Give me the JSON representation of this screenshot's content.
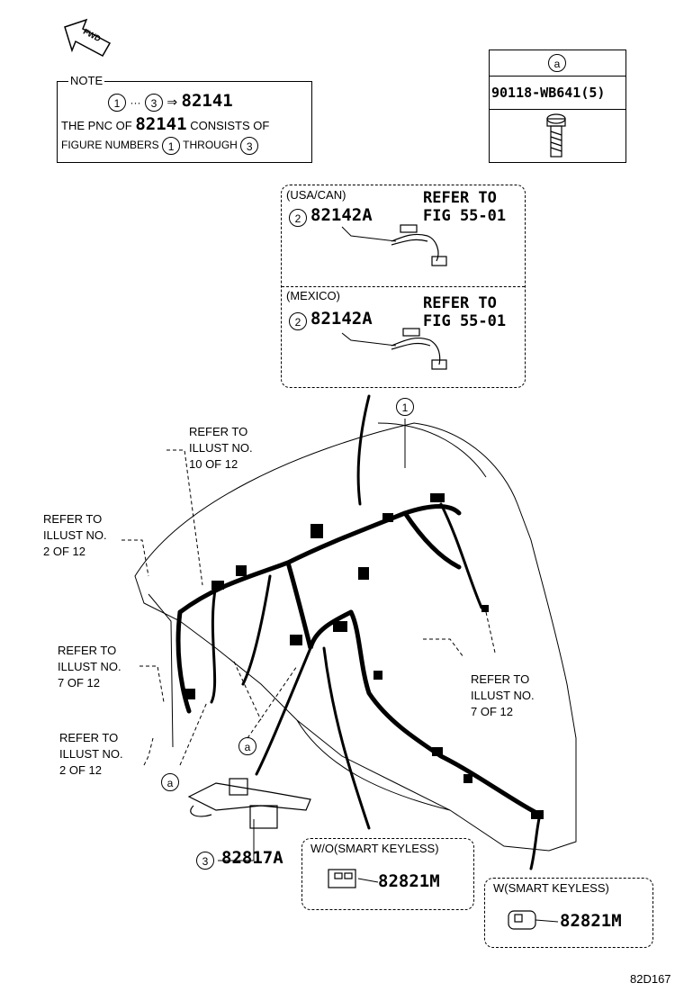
{
  "fwd_label": "FWD",
  "note": {
    "title": "NOTE",
    "range_start": "1",
    "range_end": "3",
    "range_arrow": "⇒",
    "range_pnc": "82141",
    "line2_prefix": "THE PNC OF",
    "line2_pnc": "82141",
    "line2_suffix": "CONSISTS OF",
    "line3_prefix": "FIGURE NUMBERS",
    "line3_from": "1",
    "line3_mid": "THROUGH",
    "line3_to": "3"
  },
  "bolt": {
    "tag": "a",
    "part": "90118-WB641(5)"
  },
  "variants": [
    {
      "region": "(USA/CAN)",
      "num": "2",
      "pnc": "82142A",
      "ref1": "REFER TO",
      "ref2": "FIG 55-01"
    },
    {
      "region": "(MEXICO)",
      "num": "2",
      "pnc": "82142A",
      "ref1": "REFER TO",
      "ref2": "FIG 55-01"
    }
  ],
  "callouts": {
    "main": "1",
    "bolt_a1": "a",
    "bolt_a2": "a"
  },
  "refs": {
    "r10": [
      "REFER TO",
      "ILLUST NO.",
      "10 OF 12"
    ],
    "r2a": [
      "REFER TO",
      "ILLUST NO.",
      "2 OF 12"
    ],
    "r7a": [
      "REFER TO",
      "ILLUST NO.",
      "7 OF 12"
    ],
    "r2b": [
      "REFER TO",
      "ILLUST NO.",
      "2 OF 12"
    ],
    "r7b": [
      "REFER TO",
      "ILLUST NO.",
      "7 OF 12"
    ]
  },
  "bracket": {
    "num": "3",
    "pnc": "82817A"
  },
  "keyless": [
    {
      "label": "W/O(SMART KEYLESS)",
      "pnc": "82821M"
    },
    {
      "label": "W(SMART KEYLESS)",
      "pnc": "82821M"
    }
  ],
  "figure_code": "82D167"
}
